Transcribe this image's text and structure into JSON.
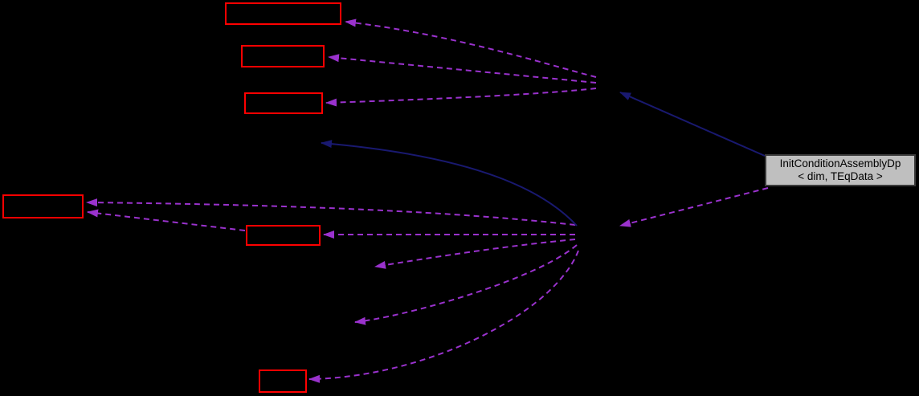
{
  "diagram": {
    "kind": "collaboration-graph",
    "main_node": {
      "label_line1": "InitConditionAssemblyDp",
      "label_line2": "< dim, TEqData >"
    },
    "colors": {
      "background": "#000000",
      "related_node_border": "#ff0000",
      "related_node_fill": "#000000",
      "main_node_fill": "#bfbfbf",
      "main_node_border": "#3a3a3a",
      "main_node_text": "#000000",
      "usage_edge": "#9a32cd",
      "inheritance_edge": "#191970"
    }
  }
}
